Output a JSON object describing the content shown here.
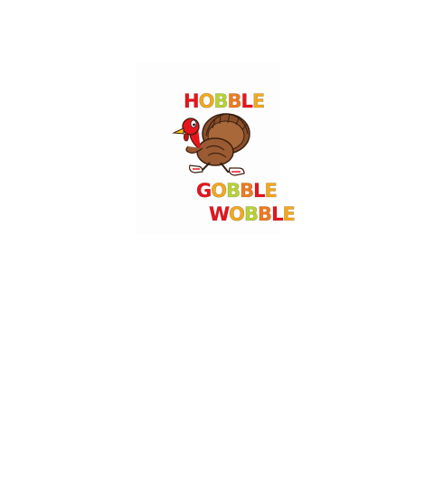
{
  "artwork": {
    "lines": [
      "HOBBLE",
      "GOBBLE",
      "WOBBLE"
    ],
    "letter_colors": [
      "#e8141c",
      "#f2a81d",
      "#b7d333",
      "#ef7b1f",
      "#e8141c",
      "#f2a81d"
    ]
  },
  "icons": {
    "mascot": "running-turkey-icon"
  }
}
